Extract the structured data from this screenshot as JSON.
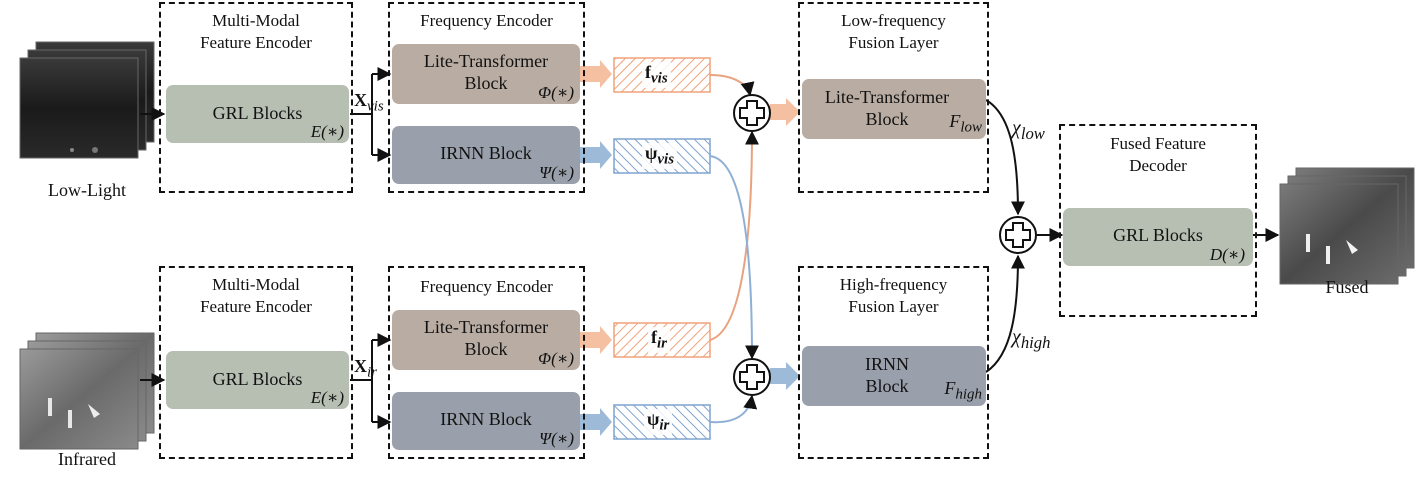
{
  "inputs": {
    "low_light": "Low-Light",
    "infrared": "Infrared",
    "fused": "Fused"
  },
  "encoder_vis": {
    "title_line1": "Multi-Modal",
    "title_line2": "Feature Encoder",
    "block": "GRL Blocks",
    "func": "E(∗)",
    "output": "X",
    "output_sub": "vis"
  },
  "encoder_ir": {
    "title_line1": "Multi-Modal",
    "title_line2": "Feature Encoder",
    "block": "GRL Blocks",
    "func": "E(∗)",
    "output": "X",
    "output_sub": "ir"
  },
  "freq_vis": {
    "title": "Frequency Encoder",
    "lite_line1": "Lite-Transformer",
    "lite_line2": "Block",
    "lite_func": "Φ(∗)",
    "irnn": "IRNN Block",
    "irnn_func": "Ψ(∗)"
  },
  "freq_ir": {
    "title": "Frequency Encoder",
    "lite_line1": "Lite-Transformer",
    "lite_line2": "Block",
    "lite_func": "Φ(∗)",
    "irnn": "IRNN Block",
    "irnn_func": "Ψ(∗)"
  },
  "features": {
    "f_vis": "f",
    "f_vis_sub": "vis",
    "psi_vis": "ψ",
    "psi_vis_sub": "vis",
    "f_ir": "f",
    "f_ir_sub": "ir",
    "psi_ir": "ψ",
    "psi_ir_sub": "ir"
  },
  "low_fusion": {
    "title_line1": "Low-frequency",
    "title_line2": "Fusion Layer",
    "block_line1": "Lite-Transformer",
    "block_line2": "Block",
    "func": "F",
    "func_sub": "low"
  },
  "high_fusion": {
    "title_line1": "High-frequency",
    "title_line2": "Fusion Layer",
    "block_line1": "IRNN",
    "block_line2": "Block",
    "func": "F",
    "func_sub": "high"
  },
  "decoder": {
    "title_line1": "Fused Feature",
    "title_line2": "Decoder",
    "block": "GRL Blocks",
    "func": "D(∗)"
  },
  "signals": {
    "x_low": "χ",
    "x_low_sub": "low",
    "x_high": "χ",
    "x_high_sub": "high"
  },
  "colors": {
    "orange_arrow": "#f5bfa1",
    "blue_arrow": "#9dbad9",
    "orange_hatch": "#f0a27a",
    "blue_hatch": "#7fa3cf",
    "grl": "#b7bfb3",
    "lite": "#b9aca3",
    "irnn": "#9aa0ab"
  }
}
